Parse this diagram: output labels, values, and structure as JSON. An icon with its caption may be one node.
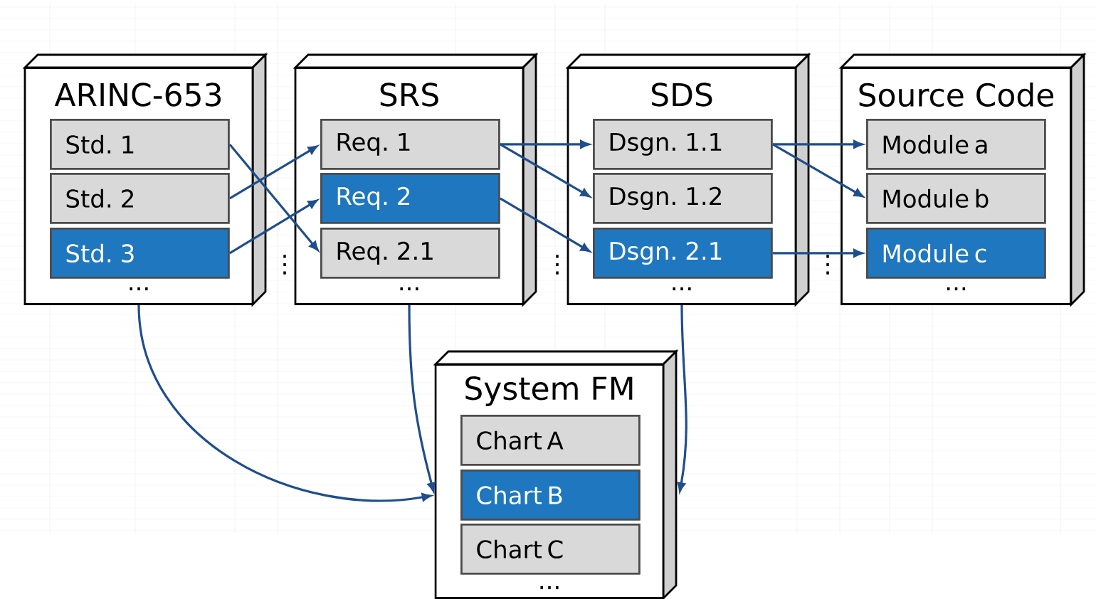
{
  "diagram": {
    "nodes": [
      {
        "text": [
          "ARINC-653",
          "..."
        ]
      },
      {
        "text": [
          "Std. 1"
        ],
        "in": 0
      },
      {
        "text": [
          "Std. 2"
        ],
        "in": 0
      },
      {
        "text": [
          "Std. 3"
        ],
        "in": 0
      },
      {
        "text": [
          "SRS",
          "..."
        ]
      },
      {
        "text": [
          "Req. 1"
        ],
        "in": 4
      },
      {
        "text": [
          "Req. 2"
        ],
        "in": 4
      },
      {
        "text": [
          "Req. 2.1"
        ],
        "in": 4
      },
      {
        "text": [
          "SDS",
          "..."
        ]
      },
      {
        "text": [
          "Dsgn. 1.1"
        ],
        "in": 8
      },
      {
        "text": [
          "Dsgn. 1.2"
        ],
        "in": 8
      },
      {
        "text": [
          "Dsgn. 2.1"
        ],
        "in": 8
      },
      {
        "text": [
          "Source Code",
          "..."
        ]
      },
      {
        "text": [
          "Module a"
        ],
        "in": 12
      },
      {
        "text": [
          "Module b"
        ],
        "in": 12
      },
      {
        "text": [
          "Module c"
        ],
        "in": 12
      },
      {
        "text": [
          "System FM",
          "..."
        ]
      },
      {
        "text": [
          "Chart A"
        ],
        "in": 16
      },
      {
        "text": [
          "Chart B"
        ],
        "in": 16
      },
      {
        "text": [
          "Chart C"
        ],
        "in": 16
      }
    ],
    "edges": [
      {
        "from": 1,
        "to": 7,
        "arrow": "to"
      },
      {
        "from": 2,
        "to": 5,
        "arrow": "to"
      },
      {
        "from": 3,
        "to": 6,
        "arrow": "to"
      },
      {
        "from": 5,
        "to": 9,
        "arrow": "to"
      },
      {
        "from": 5,
        "to": 10,
        "arrow": "to"
      },
      {
        "from": 6,
        "to": 11,
        "arrow": "to"
      },
      {
        "from": 9,
        "to": 13,
        "arrow": "to"
      },
      {
        "from": 9,
        "to": 14,
        "arrow": "to"
      },
      {
        "from": 11,
        "to": 15,
        "arrow": "to"
      },
      {
        "from": 0,
        "to": 16,
        "arrow": "to"
      },
      {
        "from": 4,
        "to": 16,
        "arrow": "to"
      },
      {
        "from": 8,
        "to": 16,
        "arrow": "to"
      }
    ],
    "labels": [
      "⋮",
      "⋮",
      "⋮"
    ]
  }
}
